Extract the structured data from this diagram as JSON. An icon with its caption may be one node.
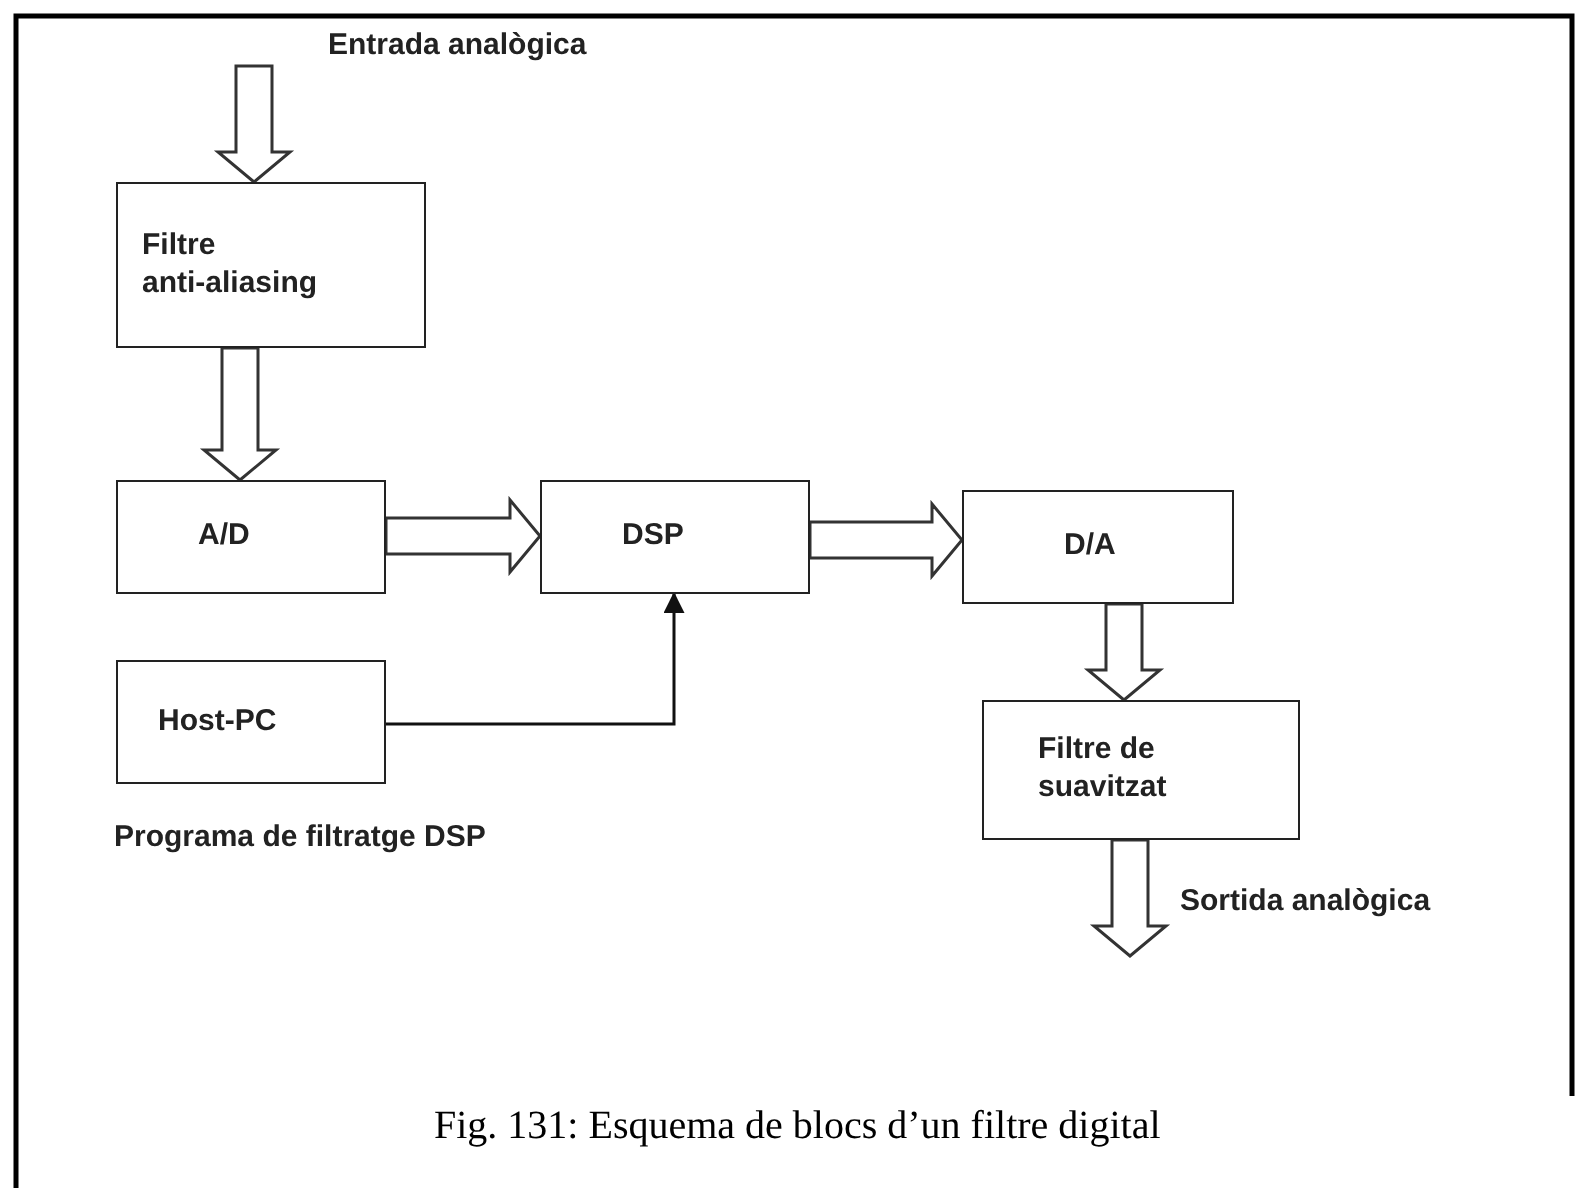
{
  "diagram": {
    "caption": "Fig. 131: Esquema de blocs d’un filtre digital",
    "nodes": [
      {
        "text": [
          "Filtre anti-aliasing"
        ]
      },
      {
        "text": [
          "A/D"
        ]
      },
      {
        "text": [
          "DSP"
        ]
      },
      {
        "text": [
          "D/A"
        ]
      },
      {
        "text": [
          "Filtre de suavitzat"
        ]
      },
      {
        "text": [
          "Host-PC"
        ],
        "beside": [
          "Programa de filtratge DSP"
        ]
      }
    ],
    "edges": [
      {
        "from": null,
        "to": 0,
        "arrow": "to",
        "label": "Entrada analògica",
        "style": "thick"
      },
      {
        "from": 0,
        "to": 1,
        "arrow": "to",
        "style": "thick"
      },
      {
        "from": 1,
        "to": 2,
        "arrow": "to",
        "style": "thick"
      },
      {
        "from": 2,
        "to": 3,
        "arrow": "to",
        "style": "thick"
      },
      {
        "from": 3,
        "to": 4,
        "arrow": "to",
        "style": "thick"
      },
      {
        "from": 4,
        "to": null,
        "arrow": "to",
        "label": "Sortida analògica",
        "style": "thick"
      },
      {
        "from": 5,
        "to": 2,
        "arrow": "to"
      }
    ]
  }
}
